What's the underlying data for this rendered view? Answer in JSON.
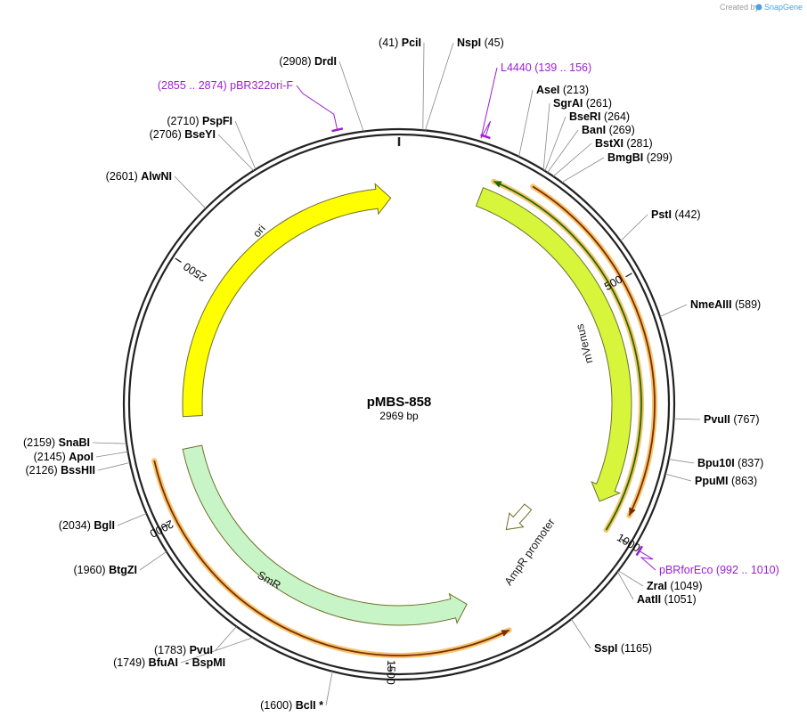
{
  "credit": {
    "created_by": "Created by",
    "brand": "SnapGene"
  },
  "plasmid": {
    "name": "pMBS-858",
    "size_label": "2969 bp",
    "length": 2969
  },
  "ticks": [
    {
      "bp": 500,
      "label": "500"
    },
    {
      "bp": 1000,
      "label": "1000"
    },
    {
      "bp": 1500,
      "label": "1500"
    },
    {
      "bp": 2000,
      "label": "2000"
    },
    {
      "bp": 2500,
      "label": "2500"
    }
  ],
  "enzymes": [
    {
      "name": "PciI",
      "pos": "(41)",
      "bp": 41,
      "side": "L"
    },
    {
      "name": "NspI",
      "pos": "(45)",
      "bp": 45,
      "side": "R"
    },
    {
      "name": "AseI",
      "pos": "(213)",
      "bp": 213,
      "side": "R"
    },
    {
      "name": "SgrAI",
      "pos": "(261)",
      "bp": 261,
      "side": "R"
    },
    {
      "name": "BseRI",
      "pos": "(264)",
      "bp": 264,
      "side": "R"
    },
    {
      "name": "BanI",
      "pos": "(269)",
      "bp": 269,
      "side": "R"
    },
    {
      "name": "BstXI",
      "pos": "(281)",
      "bp": 281,
      "side": "R"
    },
    {
      "name": "BmgBI",
      "pos": "(299)",
      "bp": 299,
      "side": "R"
    },
    {
      "name": "PstI",
      "pos": "(442)",
      "bp": 442,
      "side": "R"
    },
    {
      "name": "NmeAIII",
      "pos": "(589)",
      "bp": 589,
      "side": "R"
    },
    {
      "name": "PvuII",
      "pos": "(767)",
      "bp": 767,
      "side": "R"
    },
    {
      "name": "Bpu10I",
      "pos": "(837)",
      "bp": 837,
      "side": "R"
    },
    {
      "name": "PpuMI",
      "pos": "(863)",
      "bp": 863,
      "side": "R"
    },
    {
      "name": "ZraI",
      "pos": "(1049)",
      "bp": 1049,
      "side": "R"
    },
    {
      "name": "AatII",
      "pos": "(1051)",
      "bp": 1051,
      "side": "R"
    },
    {
      "name": "SspI",
      "pos": "(1165)",
      "bp": 1165,
      "side": "R"
    },
    {
      "name": "BclI *",
      "pos": "(1600)",
      "bp": 1600,
      "side": "L"
    },
    {
      "name": "BfuAI",
      "pos": "(1749)",
      "bp": 1749,
      "side": "L"
    },
    {
      "name": "- BspMI",
      "pos": "",
      "bp": 1749,
      "side": "R"
    },
    {
      "name": "PvuI",
      "pos": "(1783)",
      "bp": 1783,
      "side": "L"
    },
    {
      "name": "BtgZI",
      "pos": "(1960)",
      "bp": 1960,
      "side": "L"
    },
    {
      "name": "BglI",
      "pos": "(2034)",
      "bp": 2034,
      "side": "L"
    },
    {
      "name": "BssHII",
      "pos": "(2126)",
      "bp": 2126,
      "side": "L"
    },
    {
      "name": "ApoI",
      "pos": "(2145)",
      "bp": 2145,
      "side": "L"
    },
    {
      "name": "SnaBI",
      "pos": "(2159)",
      "bp": 2159,
      "side": "L"
    },
    {
      "name": "AlwNI",
      "pos": "(2601)",
      "bp": 2601,
      "side": "L"
    },
    {
      "name": "BseYI",
      "pos": "(2706)",
      "bp": 2706,
      "side": "L"
    },
    {
      "name": "PspFI",
      "pos": "(2710)",
      "bp": 2710,
      "side": "L"
    },
    {
      "name": "DrdI",
      "pos": "(2908)",
      "bp": 2908,
      "side": "L"
    }
  ],
  "primers": [
    {
      "name": "L4440",
      "range": "(139 .. 156)",
      "start": 139,
      "end": 156
    },
    {
      "name": "pBRforEco",
      "range": "(992 .. 1010)",
      "start": 992,
      "end": 1010
    },
    {
      "name": "pBR322ori-F",
      "range": "(2855 .. 2874)",
      "start": 2855,
      "end": 2874
    }
  ],
  "features": [
    {
      "name": "mVenus",
      "type": "CDS",
      "color": "#d7f53a",
      "start": 175,
      "end": 955,
      "direction": 1
    },
    {
      "name": "AmpR promoter",
      "type": "promoter",
      "color": "#ffffff",
      "start": 1060,
      "end": 1150,
      "direction": 1
    },
    {
      "name": "SmR",
      "type": "CDS",
      "color": "#c8f5c8",
      "start": 1330,
      "end": 2130,
      "direction": -1
    },
    {
      "name": "ori",
      "type": "rep_origin",
      "color": "#ffff00",
      "start": 2200,
      "end": 2950,
      "direction": 1
    }
  ],
  "orfs": [
    {
      "color": "#1e6a00",
      "direction": -1,
      "start": 190,
      "end": 1000
    },
    {
      "color": "#7a2d00",
      "direction": 1,
      "start": 260,
      "end": 955
    },
    {
      "color": "#7a2d00",
      "direction": -1,
      "start": 1270,
      "end": 2120
    }
  ],
  "colors": {
    "primer": "#9b1fd1",
    "backbone": "#222222",
    "orf_glow": "#f7c36b"
  }
}
